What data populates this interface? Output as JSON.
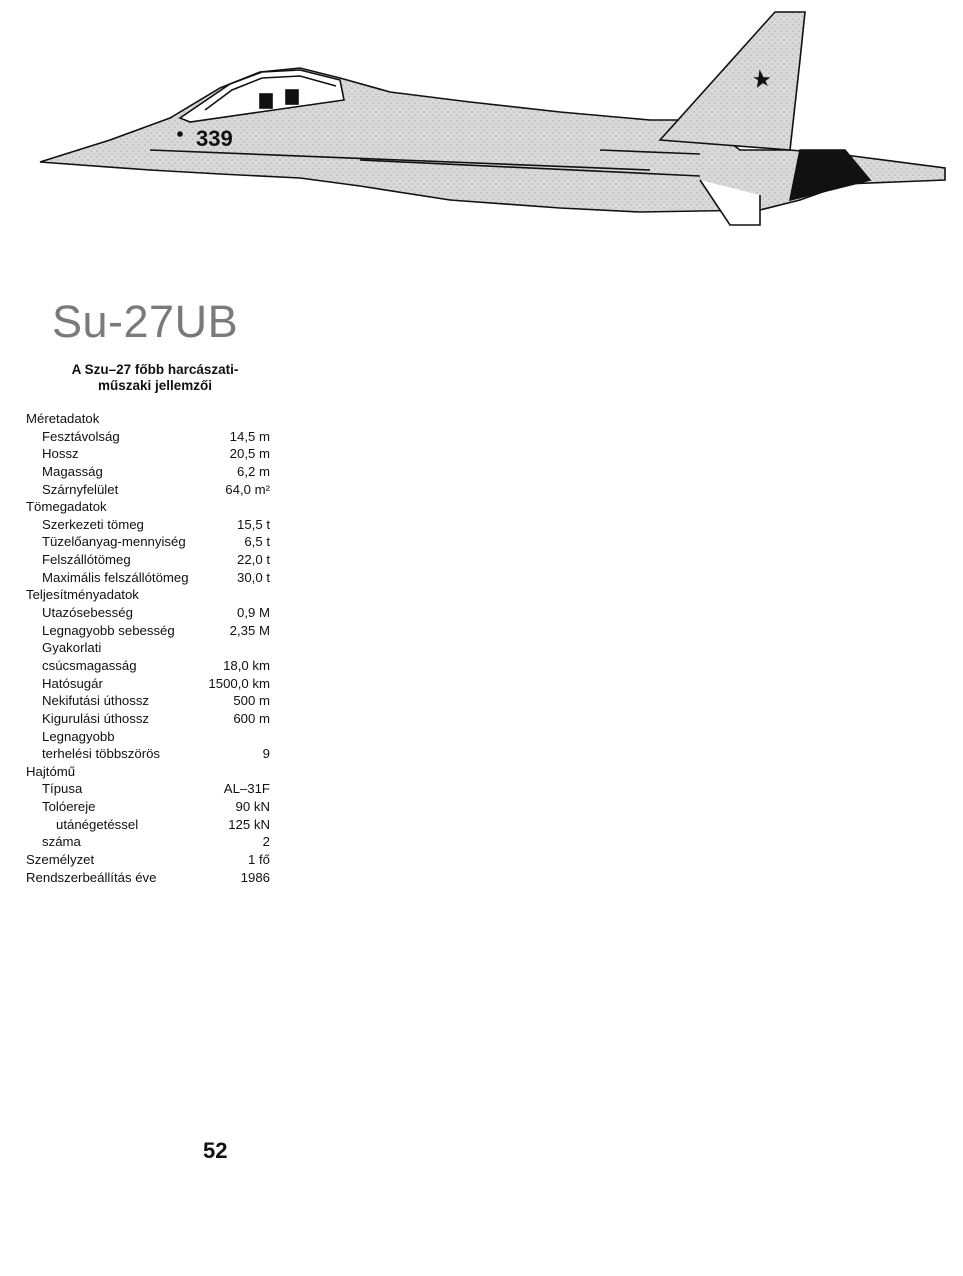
{
  "title": "Su-27UB",
  "subtitle_line1": "A Szu–27 főbb harcászati-",
  "subtitle_line2": "műszaki jellemzői",
  "side_number_top": "339",
  "side_number_bottom": "52",
  "specs": [
    {
      "label": "Méretadatok",
      "value": "",
      "indent": 0
    },
    {
      "label": "Fesztávolság",
      "value": "14,5 m",
      "indent": 1
    },
    {
      "label": "Hossz",
      "value": "20,5 m",
      "indent": 1
    },
    {
      "label": "Magasság",
      "value": "6,2 m",
      "indent": 1
    },
    {
      "label": "Szárnyfelület",
      "value": "64,0 m²",
      "indent": 1
    },
    {
      "label": "Tömegadatok",
      "value": "",
      "indent": 0
    },
    {
      "label": "Szerkezeti tömeg",
      "value": "15,5 t",
      "indent": 1
    },
    {
      "label": "Tüzelőanyag-mennyiség",
      "value": "6,5 t",
      "indent": 1
    },
    {
      "label": "Felszállótömeg",
      "value": "22,0 t",
      "indent": 1
    },
    {
      "label": "Maximális felszállótömeg",
      "value": "30,0 t",
      "indent": 1
    },
    {
      "label": "Teljesítményadatok",
      "value": "",
      "indent": 0
    },
    {
      "label": "Utazósebesség",
      "value": "0,9 M",
      "indent": 1
    },
    {
      "label": "Legnagyobb sebesség",
      "value": "2,35 M",
      "indent": 1
    },
    {
      "label": "Gyakorlati",
      "value": "",
      "indent": 1
    },
    {
      "label": "csúcsmagasság",
      "value": "18,0 km",
      "indent": 1
    },
    {
      "label": "Hatósugár",
      "value": "1500,0 km",
      "indent": 1
    },
    {
      "label": "Nekifutási úthossz",
      "value": "500 m",
      "indent": 1
    },
    {
      "label": "Kigurulási úthossz",
      "value": "600 m",
      "indent": 1
    },
    {
      "label": "Legnagyobb",
      "value": "",
      "indent": 1
    },
    {
      "label": "terhelési többszörös",
      "value": "9",
      "indent": 1
    },
    {
      "label": "Hajtómű",
      "value": "",
      "indent": 0
    },
    {
      "label": "Típusa",
      "value": "AL–31F",
      "indent": 1
    },
    {
      "label": "Tolóereje",
      "value": "90 kN",
      "indent": 1
    },
    {
      "label": "utánégetéssel",
      "value": "125 kN",
      "indent": 2
    },
    {
      "label": "száma",
      "value": "2",
      "indent": 1
    },
    {
      "label": "Személyzet",
      "value": "1 fő",
      "indent": 0
    },
    {
      "label": "Rendszerbeállítás éve",
      "value": "1986",
      "indent": 0
    }
  ]
}
